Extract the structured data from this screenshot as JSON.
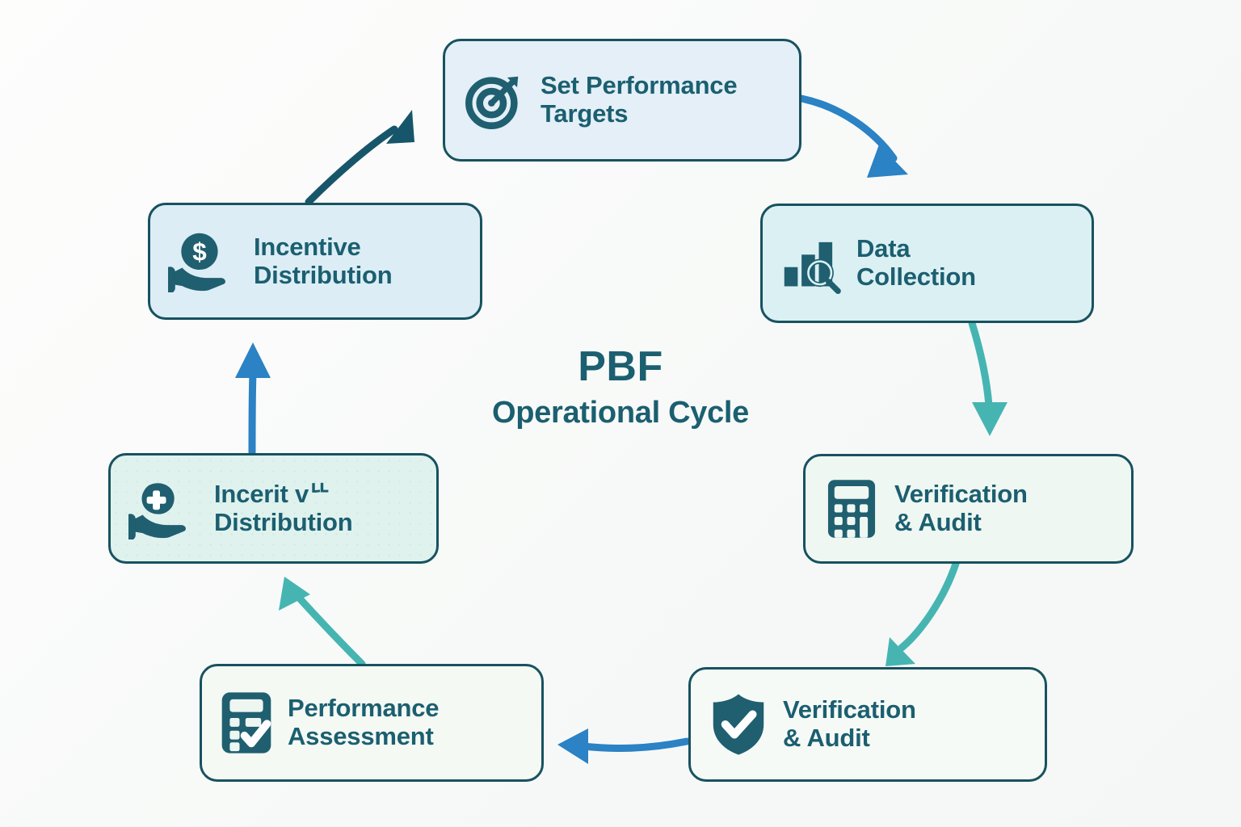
{
  "diagram": {
    "center_title_line1": "PBF",
    "center_title_line2": "Operational Cycle",
    "type": "cycle-flow-diagram",
    "node_count": 7,
    "colors": {
      "dark_teal_text": "#1b5f70",
      "node_border": "#17525f",
      "arrow_blue": "#2b82c4",
      "arrow_teal": "#46b5b2",
      "arrow_dark_teal": "#17566a",
      "icon_fill": "#1f5f70",
      "background": "#fbfbfa"
    }
  },
  "nodes": [
    {
      "id": "set-performance-targets",
      "label": "Set Performance\nTargets",
      "icon": "target-arrow-icon",
      "fill": "#e4eff7"
    },
    {
      "id": "data-collection",
      "label": "Data\nCollection",
      "icon": "bar-chart-magnifier-icon",
      "fill": "#dbf0f3"
    },
    {
      "id": "verification-audit-calculator",
      "label": "Verification\n& Audit",
      "icon": "calculator-icon",
      "fill": "#eff7f2"
    },
    {
      "id": "verification-audit-shield",
      "label": "Verification\n& Audit",
      "icon": "shield-check-icon",
      "fill": "#f6faf7"
    },
    {
      "id": "performance-assessment",
      "label": "Performance\nAssessment",
      "icon": "clipboard-checklist-icon",
      "fill": "#f4f9f4"
    },
    {
      "id": "incentive-distribution-health",
      "label": "Incerit vᄔ\nDistribution",
      "icon": "hand-health-cross-icon",
      "fill": "#e0f2ee"
    },
    {
      "id": "incentive-distribution-money",
      "label": "Incentive\nDistribution",
      "icon": "hand-dollar-coin-icon",
      "fill": "#dcedf6"
    }
  ],
  "arrows": [
    {
      "id": "arrow-targets-to-data",
      "from": "set-performance-targets",
      "to": "data-collection",
      "color": "#2b82c4"
    },
    {
      "id": "arrow-data-to-verification-calc",
      "from": "data-collection",
      "to": "verification-audit-calculator",
      "color": "#46b5b2"
    },
    {
      "id": "arrow-verification-calc-to-shield",
      "from": "verification-audit-calculator",
      "to": "verification-audit-shield",
      "color": "#46b5b2"
    },
    {
      "id": "arrow-shield-to-performance",
      "from": "verification-audit-shield",
      "to": "performance-assessment",
      "color": "#2b82c4"
    },
    {
      "id": "arrow-performance-to-incentive-health",
      "from": "performance-assessment",
      "to": "incentive-distribution-health",
      "color": "#46b5b2"
    },
    {
      "id": "arrow-incentive-health-to-incentive-money",
      "from": "incentive-distribution-health",
      "to": "incentive-distribution-money",
      "color": "#2b82c4"
    },
    {
      "id": "arrow-incentive-money-to-targets",
      "from": "incentive-distribution-money",
      "to": "set-performance-targets",
      "color": "#17566a"
    }
  ]
}
